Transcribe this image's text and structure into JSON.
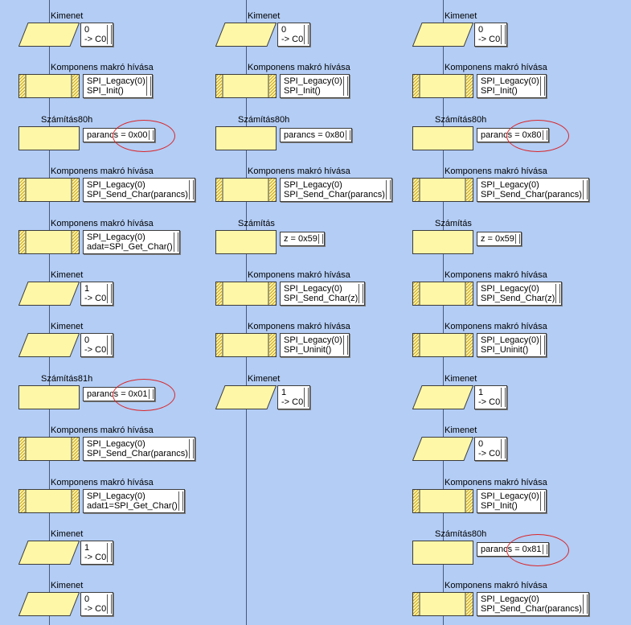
{
  "colors": {
    "background": "#b3cdf5",
    "block_fill": "#fef7a8",
    "block_border": "#3c3c3c",
    "stripe": "#c8a020",
    "highlight": "#d9262b"
  },
  "columns": [
    {
      "blocks": [
        {
          "type": "output",
          "title": "Kimenet",
          "lines": [
            "0",
            "-> C0"
          ]
        },
        {
          "type": "macro",
          "title": "Komponens makró hívása",
          "lines": [
            "SPI_Legacy(0)",
            "SPI_Init()"
          ]
        },
        {
          "type": "calc",
          "title": "Számítás80h",
          "lines": [
            "parancs = 0x00"
          ],
          "highlight": true
        },
        {
          "type": "macro",
          "title": "Komponens makró hívása",
          "lines": [
            "SPI_Legacy(0)",
            "SPI_Send_Char(parancs)"
          ]
        },
        {
          "type": "macro",
          "title": "Komponens makró hívása",
          "lines": [
            "SPI_Legacy(0)",
            "adat=SPI_Get_Char()"
          ]
        },
        {
          "type": "output",
          "title": "Kimenet",
          "lines": [
            "1",
            "-> C0"
          ]
        },
        {
          "type": "output",
          "title": "Kimenet",
          "lines": [
            "0",
            "-> C0"
          ]
        },
        {
          "type": "calc",
          "title": "Számítás81h",
          "lines": [
            "parancs = 0x01"
          ],
          "highlight": true
        },
        {
          "type": "macro",
          "title": "Komponens makró hívása",
          "lines": [
            "SPI_Legacy(0)",
            "SPI_Send_Char(parancs)"
          ]
        },
        {
          "type": "macro",
          "title": "Komponens makró hívása",
          "lines": [
            "SPI_Legacy(0)",
            "adat1=SPI_Get_Char()"
          ]
        },
        {
          "type": "output",
          "title": "Kimenet",
          "lines": [
            "1",
            "-> C0"
          ]
        },
        {
          "type": "output",
          "title": "Kimenet",
          "lines": [
            "0",
            "-> C0"
          ]
        }
      ]
    },
    {
      "blocks": [
        {
          "type": "output",
          "title": "Kimenet",
          "lines": [
            "0",
            "-> C0"
          ]
        },
        {
          "type": "macro",
          "title": "Komponens makró hívása",
          "lines": [
            "SPI_Legacy(0)",
            "SPI_Init()"
          ]
        },
        {
          "type": "calc",
          "title": "Számítás80h",
          "lines": [
            "parancs = 0x80"
          ]
        },
        {
          "type": "macro",
          "title": "Komponens makró hívása",
          "lines": [
            "SPI_Legacy(0)",
            "SPI_Send_Char(parancs)"
          ]
        },
        {
          "type": "calc",
          "title": "Számítás",
          "lines": [
            "z = 0x59"
          ]
        },
        {
          "type": "macro",
          "title": "Komponens makró hívása",
          "lines": [
            "SPI_Legacy(0)",
            "SPI_Send_Char(z)"
          ]
        },
        {
          "type": "macro",
          "title": "Komponens makró hívása",
          "lines": [
            "SPI_Legacy(0)",
            "SPI_Uninit()"
          ]
        },
        {
          "type": "output",
          "title": "Kimenet",
          "lines": [
            "1",
            "-> C0"
          ]
        }
      ]
    },
    {
      "blocks": [
        {
          "type": "output",
          "title": "Kimenet",
          "lines": [
            "0",
            "-> C0"
          ]
        },
        {
          "type": "macro",
          "title": "Komponens makró hívása",
          "lines": [
            "SPI_Legacy(0)",
            "SPI_Init()"
          ]
        },
        {
          "type": "calc",
          "title": "Számítás80h",
          "lines": [
            "parancs = 0x80"
          ],
          "highlight": true
        },
        {
          "type": "macro",
          "title": "Komponens makró hívása",
          "lines": [
            "SPI_Legacy(0)",
            "SPI_Send_Char(parancs)"
          ]
        },
        {
          "type": "calc",
          "title": "Számítás",
          "lines": [
            "z = 0x59"
          ]
        },
        {
          "type": "macro",
          "title": "Komponens makró hívása",
          "lines": [
            "SPI_Legacy(0)",
            "SPI_Send_Char(z)"
          ]
        },
        {
          "type": "macro",
          "title": "Komponens makró hívása",
          "lines": [
            "SPI_Legacy(0)",
            "SPI_Uninit()"
          ]
        },
        {
          "type": "output",
          "title": "Kimenet",
          "lines": [
            "1",
            "-> C0"
          ]
        },
        {
          "type": "output",
          "title": "Kimenet",
          "lines": [
            "0",
            "-> C0"
          ]
        },
        {
          "type": "macro",
          "title": "Komponens makró hívása",
          "lines": [
            "SPI_Legacy(0)",
            "SPI_Init()"
          ]
        },
        {
          "type": "calc",
          "title": "Számítás80h",
          "lines": [
            "parancs = 0x81"
          ],
          "highlight": true
        },
        {
          "type": "macro",
          "title": "Komponens makró hívása",
          "lines": [
            "SPI_Legacy(0)",
            "SPI_Send_Char(parancs)"
          ]
        }
      ]
    }
  ]
}
